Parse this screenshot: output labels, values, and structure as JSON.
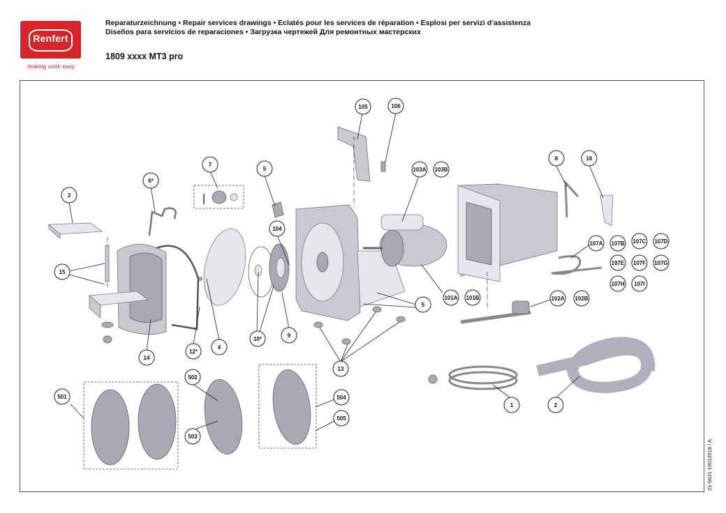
{
  "brand": {
    "logo_text": "Renfert",
    "tagline": "making work easy"
  },
  "header": {
    "line1": "Reparaturzeichnung  •  Repair services drawings  •  Eclatés pour les services de réparation  •  Esplosi per servizi d‘assistenza",
    "line2": "Diseños para servicios de reparaciones  •  Загрузка чертежей Для ремонтных мастерских",
    "model": "1809 xxxx MT3 pro"
  },
  "side_note": "21-6631  19012018 / A",
  "callouts": [
    {
      "label": "1"
    },
    {
      "label": "2"
    },
    {
      "label": "3"
    },
    {
      "label": "4"
    },
    {
      "label": "5"
    },
    {
      "label": "5"
    },
    {
      "label": "6*"
    },
    {
      "label": "7"
    },
    {
      "label": "8"
    },
    {
      "label": "9"
    },
    {
      "label": "10*"
    },
    {
      "label": "12*"
    },
    {
      "label": "13"
    },
    {
      "label": "14"
    },
    {
      "label": "15"
    },
    {
      "label": "16"
    },
    {
      "label": "101A"
    },
    {
      "label": "101B"
    },
    {
      "label": "102A"
    },
    {
      "label": "102B"
    },
    {
      "label": "103A"
    },
    {
      "label": "103B"
    },
    {
      "label": "104"
    },
    {
      "label": "105"
    },
    {
      "label": "106"
    },
    {
      "label": "107A"
    },
    {
      "label": "107B"
    },
    {
      "label": "107C"
    },
    {
      "label": "107D"
    },
    {
      "label": "107E"
    },
    {
      "label": "107F"
    },
    {
      "label": "107G"
    },
    {
      "label": "107H"
    },
    {
      "label": "107I"
    },
    {
      "label": "501"
    },
    {
      "label": "502"
    },
    {
      "label": "503"
    },
    {
      "label": "504"
    },
    {
      "label": "505"
    }
  ]
}
